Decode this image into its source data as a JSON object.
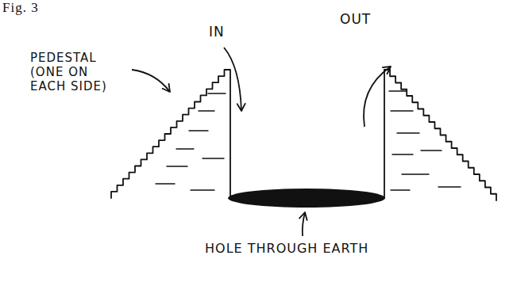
{
  "diagram": {
    "title": "Fig. 3",
    "labels": [
      "IN",
      "OUT",
      "PEDESTAL (ONE ON EACH SIDE)",
      "HOLE THROUGH EARTH"
    ]
  }
}
